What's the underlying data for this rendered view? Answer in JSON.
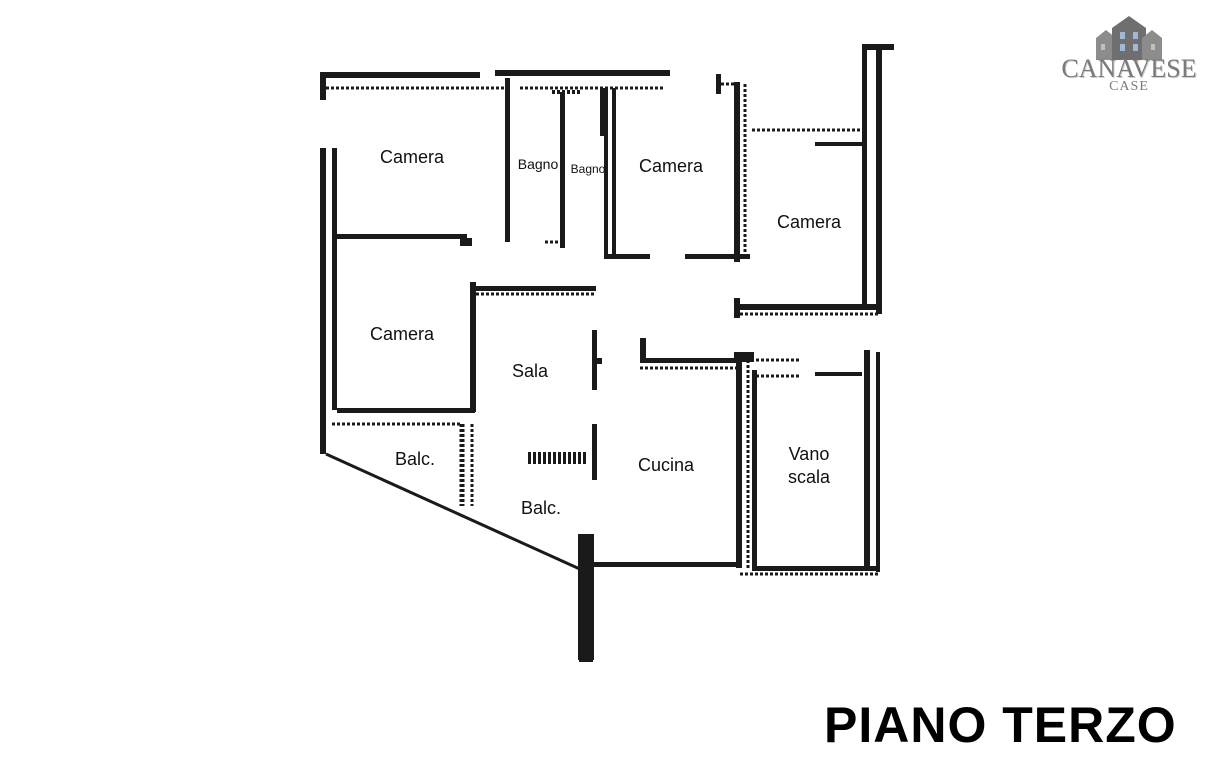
{
  "floor_title": "PIANO TERZO",
  "logo": {
    "name": "CANAVESE",
    "sub": "CASE",
    "icon": "houses-icon"
  },
  "rooms": {
    "camera_top_left": "Camera",
    "bagno_1": "Bagno",
    "bagno_2": "Bagno",
    "camera_top_middle": "Camera",
    "camera_right": "Camera",
    "camera_left": "Camera",
    "sala": "Sala",
    "balc_left": "Balc.",
    "balc_bottom": "Balc.",
    "cucina": "Cucina",
    "vano_line1": "Vano",
    "vano_line2": "scala"
  },
  "colors": {
    "wall": "#1a1a1a",
    "background": "#ffffff",
    "logo": "#7a7a7a"
  }
}
